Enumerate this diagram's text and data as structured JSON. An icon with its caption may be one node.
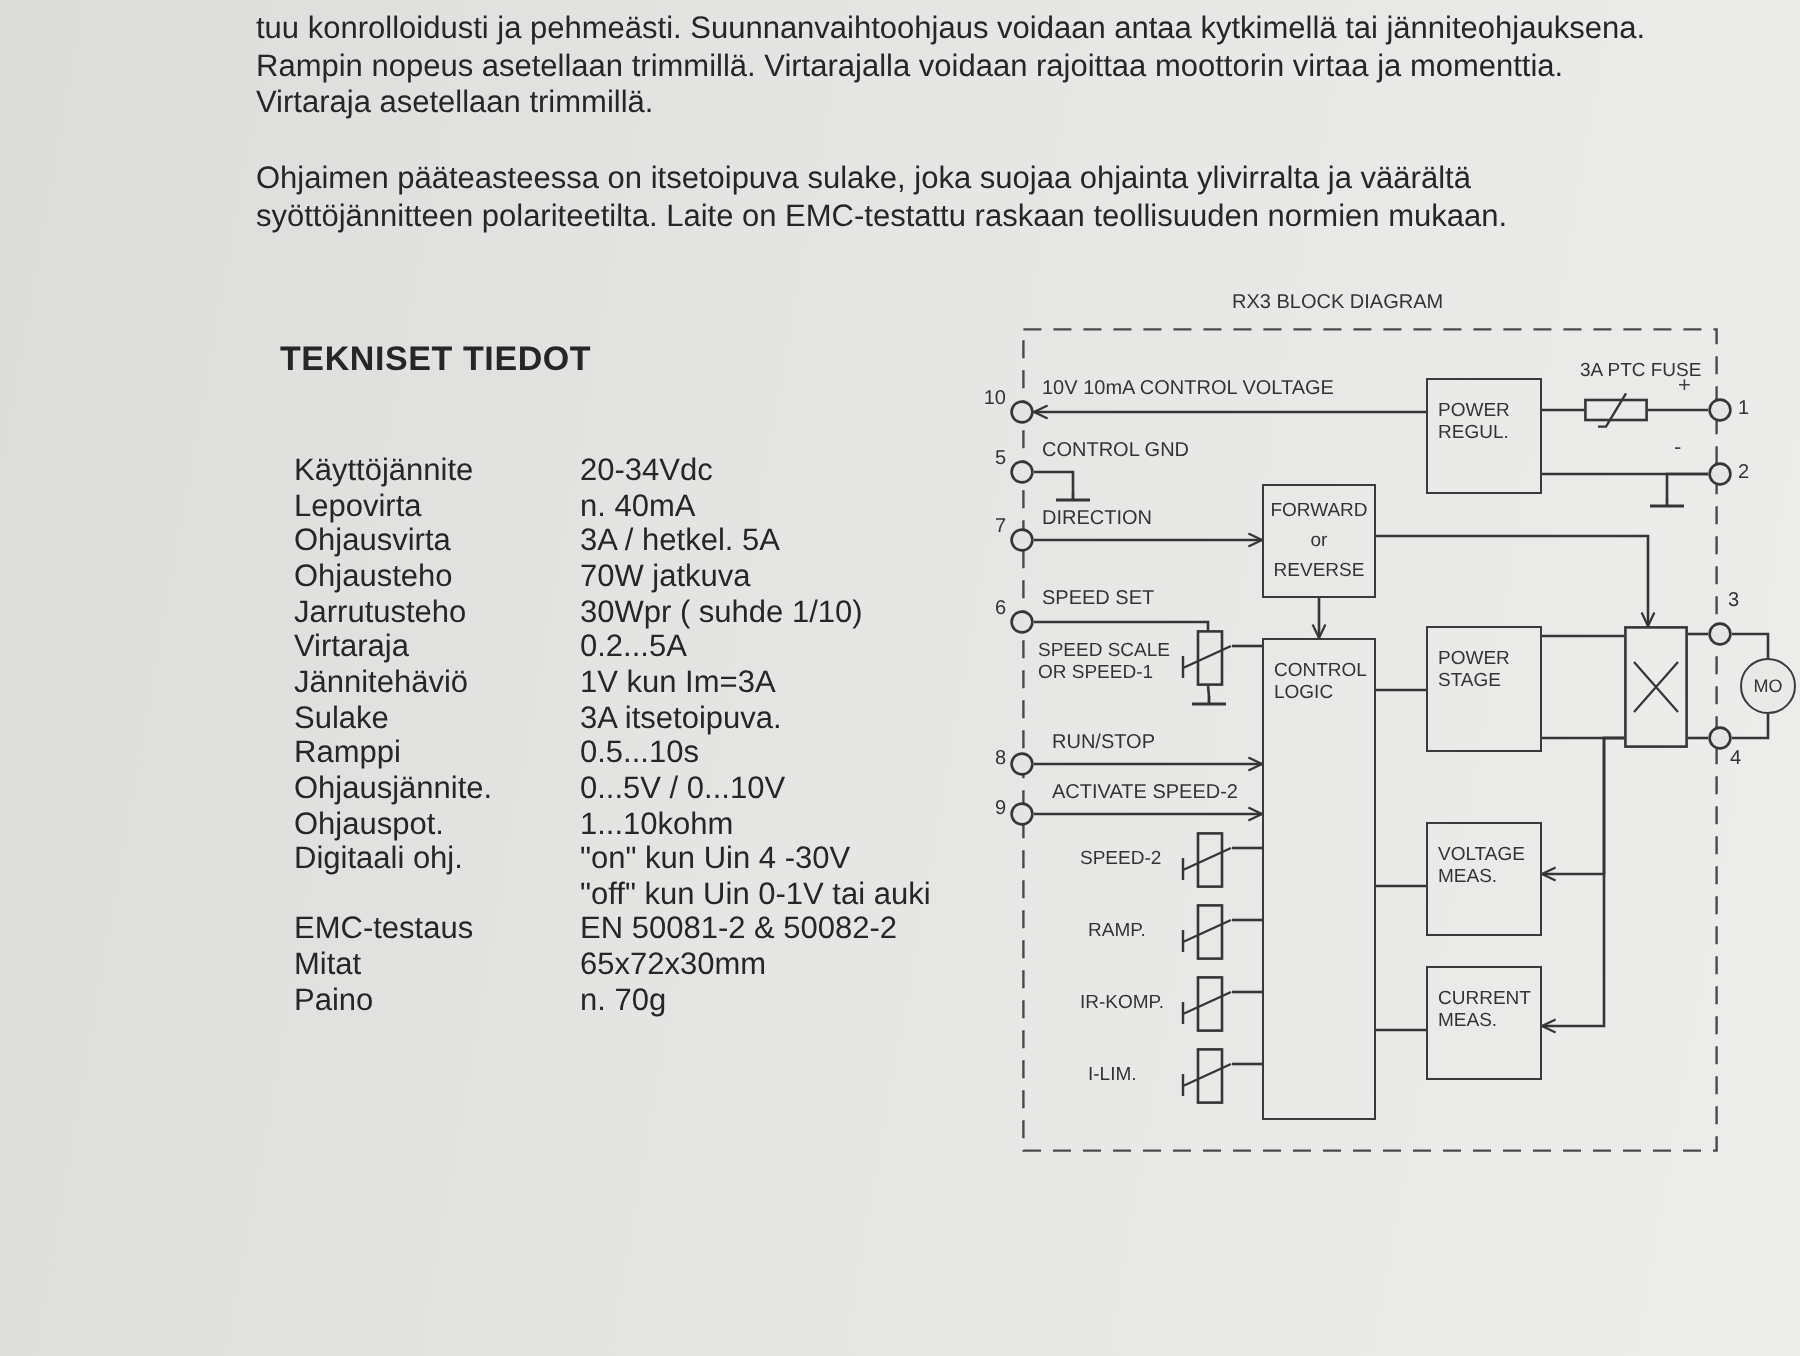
{
  "diagram": {
    "nodes": [
      {
        "text": [
          "RX3 BLOCK DIAGRAM"
        ]
      },
      {
        "text": [],
        "shape": "circle",
        "beside": [
          "10"
        ]
      },
      {
        "text": [],
        "shape": "circle",
        "beside": [
          "5"
        ]
      },
      {
        "text": [],
        "shape": "ground",
        "in": 0
      },
      {
        "text": [],
        "shape": "circle",
        "beside": [
          "7"
        ]
      },
      {
        "text": [
          "FORWARD or REVERSE"
        ],
        "in": 0
      },
      {
        "text": [
          "POWER REGUL."
        ],
        "in": 0
      },
      {
        "text": [],
        "shape": "resistor",
        "beside": [
          "3A PTC FUSE"
        ],
        "in": 0
      },
      {
        "text": [],
        "shape": "circle",
        "beside": [
          "1"
        ]
      },
      {
        "text": [],
        "shape": "circle",
        "beside": [
          "2"
        ]
      },
      {
        "text": [],
        "shape": "ground",
        "in": 0
      },
      {
        "text": [],
        "shape": "circle",
        "beside": [
          "6"
        ]
      },
      {
        "text": [],
        "shape": "resistor",
        "beside": [
          "SPEED SCALE OR SPEED-1"
        ],
        "in": 0
      },
      {
        "text": [],
        "shape": "ground",
        "in": 0
      },
      {
        "text": [
          "CONTROL LOGIC"
        ],
        "in": 0
      },
      {
        "text": [
          "POWER STAGE"
        ],
        "in": 0
      },
      {
        "text": [],
        "shape": "box",
        "in": 0
      },
      {
        "text": [],
        "shape": "circle",
        "beside": [
          "3"
        ]
      },
      {
        "text": [],
        "shape": "circle",
        "beside": [
          "4"
        ]
      },
      {
        "text": [
          "MO"
        ]
      },
      {
        "text": [],
        "shape": "circle",
        "beside": [
          "8"
        ]
      },
      {
        "text": [],
        "shape": "circle",
        "beside": [
          "9"
        ]
      },
      {
        "text": [
          "VOLTAGE MEAS."
        ],
        "in": 0
      },
      {
        "text": [],
        "shape": "resistor",
        "beside": [
          "SPEED-2"
        ],
        "in": 0
      },
      {
        "text": [],
        "shape": "resistor",
        "beside": [
          "RAMP."
        ],
        "in": 0
      },
      {
        "text": [
          "CURRENT MEAS."
        ],
        "in": 0
      },
      {
        "text": [],
        "shape": "resistor",
        "beside": [
          "IR-KOMP."
        ],
        "in": 0
      },
      {
        "text": [],
        "shape": "resistor",
        "beside": [
          "I-LIM."
        ],
        "in": 0
      }
    ],
    "edges": [
      {
        "from": 6,
        "to": 1,
        "arrow": "to",
        "label": "10V 10mA CONTROL VOLTAGE"
      },
      {
        "from": 2,
        "to": 3,
        "arrow": "none",
        "label": "CONTROL GND"
      },
      {
        "from": 4,
        "to": 5,
        "arrow": "to",
        "label": "DIRECTION"
      },
      {
        "from": 5,
        "to": 16,
        "arrow": "to"
      },
      {
        "from": 5,
        "to": 14,
        "arrow": "to"
      },
      {
        "from": 6,
        "to": 7,
        "arrow": "none"
      },
      {
        "from": 7,
        "to": 8,
        "arrow": "none"
      },
      {
        "from": 6,
        "to": 9,
        "arrow": "none"
      },
      {
        "from": 9,
        "to": 10,
        "arrow": "none"
      },
      {
        "from": 11,
        "to": 12,
        "arrow": "none",
        "label": "SPEED SET"
      },
      {
        "from": 12,
        "to": 13,
        "arrow": "none"
      },
      {
        "from": 12,
        "to": 14,
        "arrow": "none"
      },
      {
        "from": 20,
        "to": 14,
        "arrow": "to",
        "label": "RUN/STOP"
      },
      {
        "from": 21,
        "to": 14,
        "arrow": "to",
        "label": "ACTIVATE SPEED-2"
      },
      {
        "from": 23,
        "to": 14,
        "arrow": "none"
      },
      {
        "from": 24,
        "to": 14,
        "arrow": "none"
      },
      {
        "from": 26,
        "to": 14,
        "arrow": "none"
      },
      {
        "from": 27,
        "to": 14,
        "arrow": "none"
      },
      {
        "from": 14,
        "to": 15,
        "arrow": "none"
      },
      {
        "from": 15,
        "to": 16,
        "arrow": "none"
      },
      {
        "from": 15,
        "to": 16,
        "arrow": "none"
      },
      {
        "from": 16,
        "to": 17,
        "arrow": "none"
      },
      {
        "from": 16,
        "to": 18,
        "arrow": "none"
      },
      {
        "from": 17,
        "to": 19,
        "arrow": "none"
      },
      {
        "from": 18,
        "to": 19,
        "arrow": "none"
      },
      {
        "from": 14,
        "to": 22,
        "arrow": "none"
      },
      {
        "from": 14,
        "to": 25,
        "arrow": "none"
      },
      {
        "from": 16,
        "to": 22,
        "arrow": "to"
      },
      {
        "from": 16,
        "to": 25,
        "arrow": "to"
      }
    ],
    "labels": [
      "tuu konrolloidusti ja pehmeästi. Suunnanvaihtoohjaus voidaan antaa kytkimellä tai jänniteohjauksena. Rampin nopeus asetellaan trimmillä. Virtarajalla voidaan rajoittaa moottorin virtaa ja momenttia. Virtaraja asetellaan trimmillä.",
      "Ohjaimen pääteasteessa on itsetoipuva sulake, joka suojaa ohjainta ylivirralta ja väärältä syöttöjännitteen polariteetilta. Laite on EMC-testattu raskaan teollisuuden normien mukaan.",
      "TEKNISET TIEDOT",
      "Käyttöjännite",
      "20-34Vdc",
      "Lepovirta",
      "n. 40mA",
      "Ohjausvirta",
      "3A / hetkel. 5A",
      "Ohjausteho",
      "70W jatkuva",
      "Jarrutusteho",
      "30Wpr ( suhde 1/10)",
      "Virtaraja",
      "0.2...5A",
      "Jännitehäviö",
      "1V kun Im=3A",
      "Sulake",
      "3A itsetoipuva.",
      "Ramppi",
      "0.5...10s",
      "Ohjausjännite.",
      "0...5V / 0...10V",
      "Ohjauspot.",
      "1...10kohm",
      "Digitaali ohj.",
      "\"on\" kun Uin 4 -30V",
      "\"off\" kun Uin 0-1V tai auki",
      "EMC-testaus",
      "EN 50081-2 & 50082-2",
      "Mitat",
      "65x72x30mm",
      "Paino",
      "n. 70g",
      "+",
      "-"
    ]
  }
}
